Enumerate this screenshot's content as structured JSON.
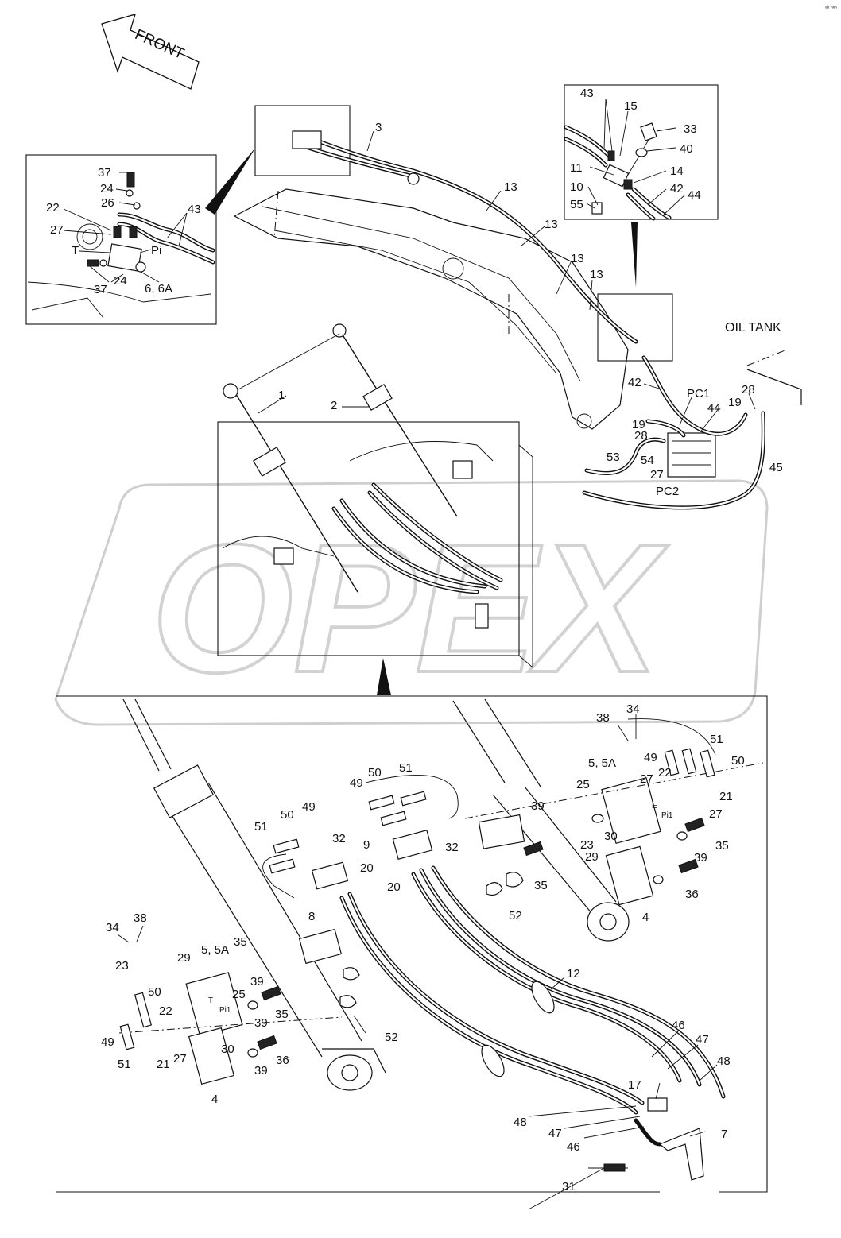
{
  "direction_label": "FRONT",
  "oil_tank_label": "OIL TANK",
  "corner_mark": "ᵃᵇ ⁿⁿⁿ",
  "watermark_text": "OPEX",
  "detail_top_left": {
    "callouts": [
      "37",
      "24",
      "26",
      "22",
      "43",
      "27",
      "T",
      "Pi",
      "37",
      "24",
      "6, 6A"
    ]
  },
  "detail_top_right": {
    "callouts": [
      "43",
      "15",
      "33",
      "40",
      "11",
      "14",
      "10",
      "42",
      "44",
      "55"
    ]
  },
  "main_view": {
    "callouts": [
      "3",
      "13",
      "13",
      "13",
      "13",
      "1",
      "2",
      "42",
      "PC1",
      "28",
      "19",
      "44",
      "19",
      "28",
      "53",
      "54",
      "27",
      "PC2",
      "45"
    ]
  },
  "detail_bottom": {
    "callouts": [
      "34",
      "38",
      "51",
      "49",
      "50",
      "5, 5A",
      "22",
      "27",
      "21",
      "25",
      "39",
      "27",
      "35",
      "23",
      "30",
      "29",
      "39",
      "36",
      "4",
      "49",
      "50",
      "51",
      "32",
      "9",
      "20",
      "35",
      "52",
      "51",
      "50",
      "49",
      "32",
      "8",
      "20",
      "34",
      "38",
      "23",
      "29",
      "5, 5A",
      "35",
      "50",
      "39",
      "25",
      "22",
      "35",
      "39",
      "49",
      "51",
      "21",
      "27",
      "30",
      "39",
      "36",
      "4",
      "52",
      "12",
      "46",
      "47",
      "48",
      "17",
      "7",
      "48",
      "47",
      "46",
      "31"
    ],
    "port_labels": [
      "E",
      "T",
      "Pi1",
      "Pi1"
    ]
  }
}
